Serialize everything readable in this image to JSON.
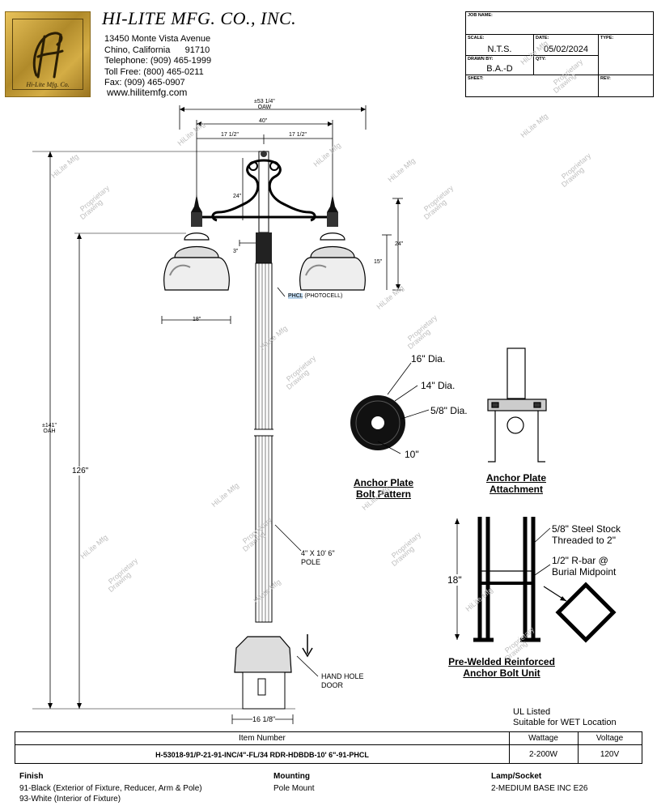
{
  "header": {
    "company": "HI-LITE MFG. CO., INC.",
    "logo_caption": "Hi-Lite Mfg. Co.",
    "address_lines": [
      "13450 Monte Vista Avenue",
      "Chino, California      91710",
      "Telephone: (909) 465-1999",
      "Toll Free: (800) 465-0211",
      "Fax: (909) 465-0907"
    ],
    "website": "www.hilitemfg.com"
  },
  "title_block": {
    "job_name_label": "JOB NAME:",
    "scale_label": "SCALE:",
    "scale_value": "N.T.S.",
    "date_label": "DATE:",
    "date_value": "05/02/2024",
    "type_label": "TYPE:",
    "drawn_by_label": "DRAWN BY:",
    "drawn_by_value": "B.A.-D",
    "qty_label": "QTY:",
    "sheet_label": "SHEET:",
    "rev_label": "REV:"
  },
  "dimensions": {
    "oaw": "±53 1/4\"",
    "oaw_label": "OAW",
    "arm_span": "40\"",
    "half_left": "17 1/2\"",
    "half_right": "17 1/2\"",
    "arm_height": "24\"",
    "fixture_height": "24\"",
    "globe_height": "15\"",
    "offset": "3\"",
    "globe_width": "18\"",
    "oah": "±141\"",
    "oah_label": "OAH",
    "pole_height": "126\"",
    "base_width": "16 1/8\""
  },
  "labels": {
    "photocell_hl": "PHCL",
    "photocell_rest": " (PHOTOCELL)",
    "pole_line1": "4\" X 10' 6\"",
    "pole_line2": "POLE",
    "hand_hole_line1": "HAND HOLE",
    "hand_hole_line2": "DOOR"
  },
  "anchor_plate": {
    "dia_16": "16\" Dia.",
    "dia_14": "14\" Dia.",
    "dia_58": "5/8\" Dia.",
    "offset_10": "10\"",
    "caption_line1": "Anchor Plate",
    "caption_line2": "Bolt Pattern"
  },
  "anchor_attach": {
    "caption_line1": "Anchor Plate",
    "caption_line2": "Attachment"
  },
  "anchor_bolt": {
    "steel_line1": "5/8\" Steel Stock",
    "steel_line2": "Threaded to 2\"",
    "rbar_line1": "1/2\" R-bar @",
    "rbar_line2": "Burial Midpoint",
    "height": "18\"",
    "caption_line1": "Pre-Welded Reinforced",
    "caption_line2": "Anchor Bolt Unit"
  },
  "ul": {
    "line1": "UL Listed",
    "line2": "Suitable for WET Location"
  },
  "table": {
    "item_header": "Item Number",
    "wattage_header": "Wattage",
    "voltage_header": "Voltage",
    "item_value": "H-53018-91/P-21-91-INC/4\"-FL/34 RDR-HDBDB-10' 6\"-91-PHCL",
    "wattage_value": "2-200W",
    "voltage_value": "120V"
  },
  "footer": {
    "finish_header": "Finish",
    "finish_lines": [
      "91-Black (Exterior of Fixture, Reducer, Arm & Pole)",
      "93-White (Interior of Fixture)"
    ],
    "mounting_header": "Mounting",
    "mounting_value": "Pole Mount",
    "lamp_header": "Lamp/Socket",
    "lamp_value": "2-MEDIUM BASE INC E26"
  },
  "watermark": {
    "line1": "HiLite Mfg",
    "line2": "Proprietary",
    "line3": "Drawing"
  }
}
